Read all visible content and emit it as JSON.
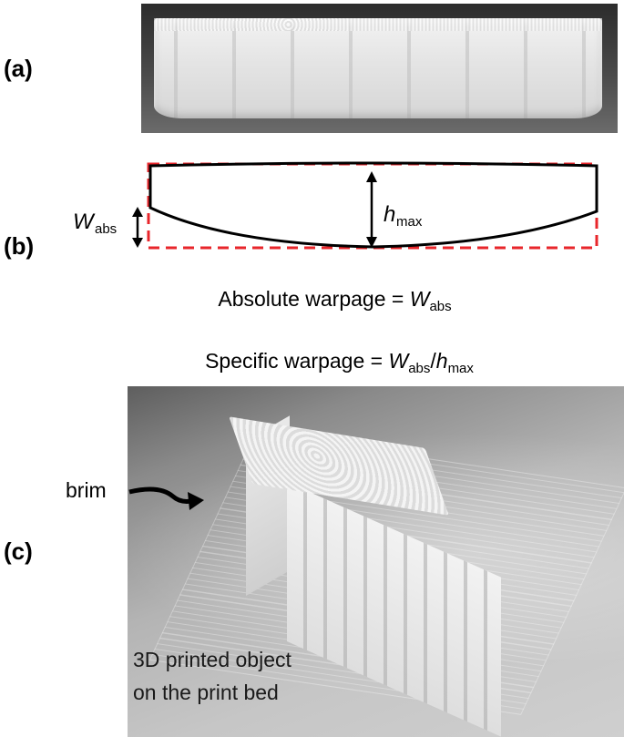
{
  "panels": {
    "a": "(a)",
    "b": "(b)",
    "c": "(c)"
  },
  "diagram_b": {
    "w_symbol": "W",
    "w_sub": "abs",
    "h_symbol": "h",
    "h_sub": "max"
  },
  "formulas": {
    "absolute": {
      "prefix": "Absolute warpage = ",
      "var": "W",
      "sub": "abs"
    },
    "specific": {
      "prefix": "Specific warpage = ",
      "var1": "W",
      "sub1": "abs",
      "slash": "/",
      "var2": "h",
      "sub2": "max"
    }
  },
  "photo_c": {
    "brim_label": "brim",
    "caption_line1": "3D printed object",
    "caption_line2": "on the print bed"
  },
  "colors": {
    "outline": "#000000",
    "dashed_box": "#e8262b"
  }
}
